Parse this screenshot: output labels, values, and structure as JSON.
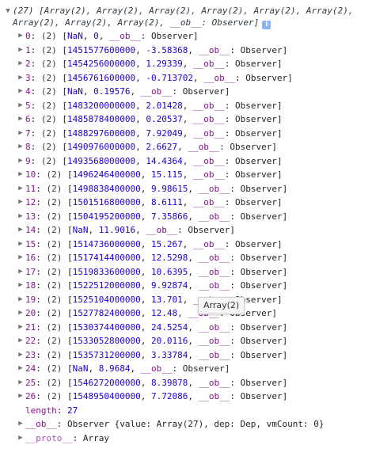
{
  "header": {
    "line1": "(27) [Array(2), Array(2), Array(2), Array(2), Array(2), Array(2),",
    "line2": "Array(2), Array(2), Array(2), __ob__: Observer]",
    "info_icon": "i"
  },
  "rows": [
    {
      "key": "0",
      "meta": "(2)",
      "a": "NaN",
      "b": "0"
    },
    {
      "key": "1",
      "meta": "(2)",
      "a": "1451577600000",
      "b": "-3.58368"
    },
    {
      "key": "2",
      "meta": "(2)",
      "a": "1454256000000",
      "b": "1.29339"
    },
    {
      "key": "3",
      "meta": "(2)",
      "a": "1456761600000",
      "b": "-0.713702"
    },
    {
      "key": "4",
      "meta": "(2)",
      "a": "NaN",
      "b": "0.19576"
    },
    {
      "key": "5",
      "meta": "(2)",
      "a": "1483200000000",
      "b": "2.01428"
    },
    {
      "key": "6",
      "meta": "(2)",
      "a": "1485878400000",
      "b": "0.20537"
    },
    {
      "key": "7",
      "meta": "(2)",
      "a": "1488297600000",
      "b": "7.92049"
    },
    {
      "key": "8",
      "meta": "(2)",
      "a": "1490976000000",
      "b": "2.6627"
    },
    {
      "key": "9",
      "meta": "(2)",
      "a": "1493568000000",
      "b": "14.4364"
    },
    {
      "key": "10",
      "meta": "(2)",
      "a": "1496246400000",
      "b": "15.115"
    },
    {
      "key": "11",
      "meta": "(2)",
      "a": "1498838400000",
      "b": "9.98615"
    },
    {
      "key": "12",
      "meta": "(2)",
      "a": "1501516800000",
      "b": "8.6111"
    },
    {
      "key": "13",
      "meta": "(2)",
      "a": "1504195200000",
      "b": "7.35866"
    },
    {
      "key": "14",
      "meta": "(2)",
      "a": "NaN",
      "b": "11.9016"
    },
    {
      "key": "15",
      "meta": "(2)",
      "a": "1514736000000",
      "b": "15.267"
    },
    {
      "key": "16",
      "meta": "(2)",
      "a": "1517414400000",
      "b": "12.5298"
    },
    {
      "key": "17",
      "meta": "(2)",
      "a": "1519833600000",
      "b": "10.6395"
    },
    {
      "key": "18",
      "meta": "(2)",
      "a": "1522512000000",
      "b": "9.92874"
    },
    {
      "key": "19",
      "meta": "(2)",
      "a": "1525104000000",
      "b": "13.701"
    },
    {
      "key": "20",
      "meta": "(2)",
      "a": "1527782400000",
      "b": "12.48"
    },
    {
      "key": "21",
      "meta": "(2)",
      "a": "1530374400000",
      "b": "24.5254"
    },
    {
      "key": "22",
      "meta": "(2)",
      "a": "1533052800000",
      "b": "20.0116"
    },
    {
      "key": "23",
      "meta": "(2)",
      "a": "1535731200000",
      "b": "3.33784"
    },
    {
      "key": "24",
      "meta": "(2)",
      "a": "NaN",
      "b": "8.9684"
    },
    {
      "key": "25",
      "meta": "(2)",
      "a": "1546272000000",
      "b": "8.39878"
    },
    {
      "key": "26",
      "meta": "(2)",
      "a": "1548950400000",
      "b": "7.72086"
    }
  ],
  "ob_text": "__ob__",
  "observer_text": "Observer",
  "length": {
    "key": "length",
    "value": "27"
  },
  "ob_row": {
    "key": "__ob__",
    "value": "Observer {value: Array(27), dep: Dep, vmCount: 0}"
  },
  "proto_row": {
    "key": "__proto__",
    "value": "Array"
  },
  "tooltip": "Array(2)",
  "colors": {
    "key": "#881391",
    "number": "#1c00cf",
    "info": "#8ab4f8"
  }
}
